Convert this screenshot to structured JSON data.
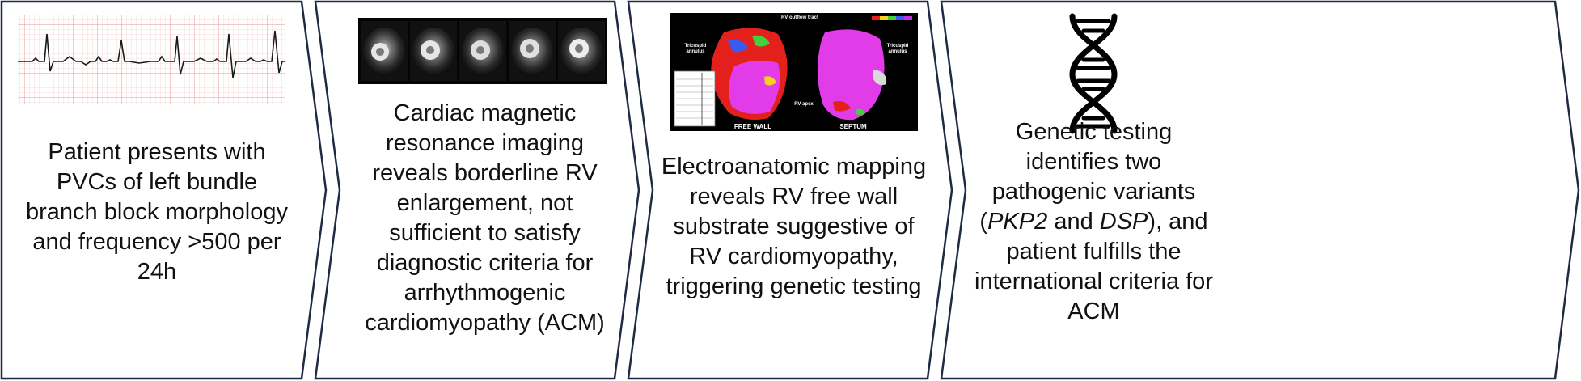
{
  "steps": [
    {
      "caption": "Patient presents with PVCs of left bundle branch block morphology and frequency >500 per 24h",
      "image": "ecg-strip"
    },
    {
      "caption": "Cardiac magnetic resonance imaging reveals borderline RV enlargement, not sufficient to satisfy diagnostic criteria for arrhythmogenic cardiomyopathy (ACM)",
      "image": "cardiac-mri-strip"
    },
    {
      "caption": "Electroanatomic mapping reveals RV free wall substrate suggestive of RV cardiomyopathy, triggering genetic testing",
      "image": "electroanatomic-map",
      "map_labels": {
        "top": "RV outflow tract",
        "left_annulus": "Tricuspid annulus",
        "right_annulus": "Tricuspid annulus",
        "apex": "RV apex",
        "left_view": "FREE WALL",
        "right_view": "SEPTUM"
      }
    },
    {
      "caption_parts": {
        "before_gene1": "Genetic testing identifies two pathogenic variants (",
        "gene1": "PKP2",
        "between": " and ",
        "gene2": "DSP",
        "after": "), and patient fulfills the international criteria for ACM"
      },
      "image": "dna-icon"
    }
  ],
  "colors": {
    "outline": "#1f2a44",
    "map_background": "#000000",
    "map_red": "#e4201c",
    "map_magenta": "#e23ce8",
    "ecg_grid": "#f0b8b8"
  }
}
